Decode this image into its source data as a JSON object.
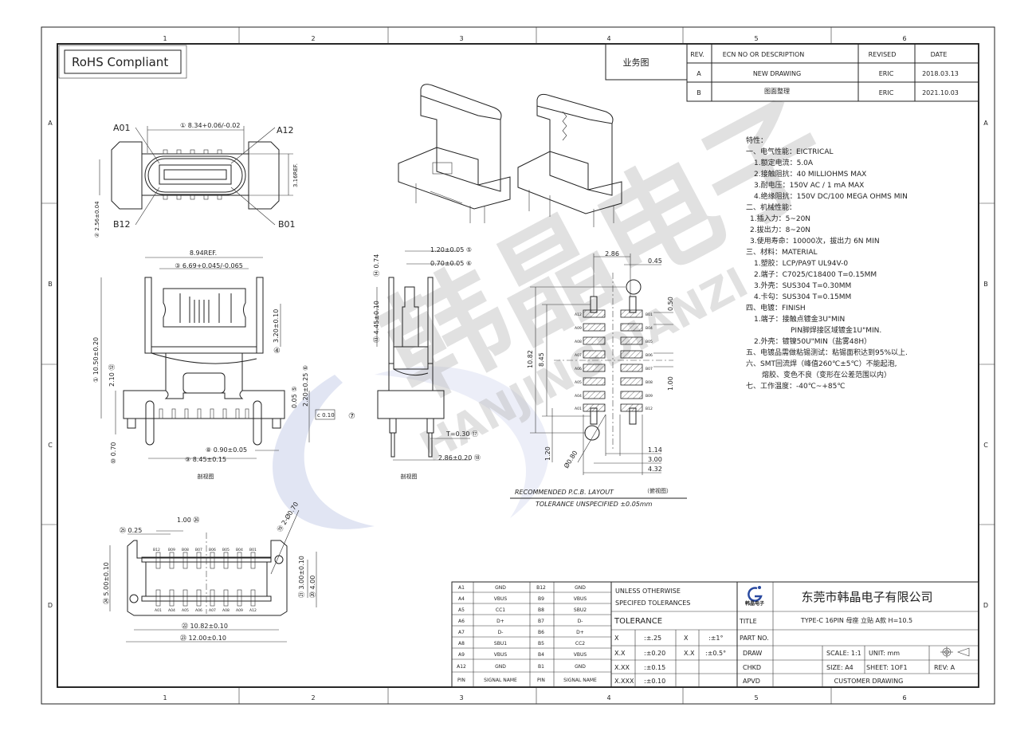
{
  "grid": {
    "cols": [
      "1",
      "2",
      "3",
      "4",
      "5",
      "6"
    ],
    "rows": [
      "A",
      "B",
      "C",
      "D"
    ]
  },
  "rohs": "RoHS Compliant",
  "business_label": "业务图",
  "revisions": {
    "headers": [
      "REV.",
      "ECN NO OR DESCRIPTION",
      "REVISED",
      "DATE"
    ],
    "rows": [
      [
        "A",
        "NEW DRAWING",
        "ERIC",
        "2018.03.13"
      ],
      [
        "B",
        "图面整理",
        "ERIC",
        "2021.10.03"
      ]
    ]
  },
  "specs": [
    "特性：",
    "一、电气性能：EICTRICAL",
    "1.额定电流：5.0A",
    "2.接触阻抗：40 MILLIOHMS MAX",
    "3.耐电压：150V AC / 1 mA MAX",
    "4.绝缘阻抗：150V DC/100 MEGA OHMS MIN",
    "二、机械性能：",
    "1.插入力：5~20N",
    "2.拔出力：8~20N",
    "3.使用寿命：10000次，拔出力 6N MIN",
    "三、材料：MATERIAL",
    "1.塑胶：LCP/PA9T UL94V-0",
    "2.端子：C7025/C18400 T=0.15MM",
    "3.外壳：SUS304 T=0.30MM",
    "4.卡勾：SUS304 T=0.15MM",
    "四、电镀：FINISH",
    "1.端子：接触点镀金3U\"MIN",
    "PIN脚焊接区域镀金1U\"MIN.",
    "2.外壳：镀镍50U\"MIN（盐雾48H）",
    "五、电镀品需做粘锡测试：粘锡面积达到95%以上.",
    "六、SMT回流焊（峰值260℃±5℃）不能起泡,",
    "熔胶、变色不良（变形在公差范围以内）",
    "七、工作温度：-40℃~+85℃"
  ],
  "dims": {
    "a01": "A01",
    "a12": "A12",
    "b12": "B12",
    "b01": "B01",
    "d1": "① 8.34+0.06/-0.02",
    "d2": "② 2.56±0.04",
    "d316": "3.16REF.",
    "d894": "8.94REF.",
    "d3": "③ 6.69+0.045/-0.065",
    "d1050": "① 10.50±0.20",
    "d320": "3.20±0.10",
    "c4": "④",
    "d210": "2.10 ⑫",
    "d005": "0.05 ⑤",
    "d220": "2.20±0.25 ⑥",
    "flat": "c 0.10",
    "d090": "⑧ 0.90±0.05",
    "d845": "⑨ 8.45±0.15",
    "d070": "⑩ 0.70",
    "view1": "剖视图",
    "d120": "1.20±0.05 ⑤",
    "d070b": "0.70±0.05 ⑥",
    "d074": "⑭ 0.74",
    "d445": "⑬ 4.45±0.10",
    "c7": "⑦",
    "t030": "T=0.30 ⑰",
    "d286b": "2.86±0.20 ⑱",
    "view2": "剖视图",
    "d100": "1.00 ㉖",
    "d025": "㉕ 0.25",
    "d2070": "⑲ 2-Ø0.70",
    "d500": "㉔ 5.00±0.10",
    "d300": "㉑ 3.00±0.10",
    "d400": "⑳ 4.00",
    "d1082": "㉒ 10.82±0.10",
    "d1200": "㉓ 12.00±0.10"
  },
  "bottom_pins": {
    "top": [
      "B12",
      "B09",
      "B08",
      "B07",
      "B06",
      "B05",
      "B04",
      "B01"
    ],
    "bottom": [
      "A01",
      "A04",
      "A05",
      "A06",
      "A07",
      "A08",
      "A09",
      "A12"
    ]
  },
  "pcb": {
    "d286": "2.86",
    "d045": "0.45",
    "d050": "0.50",
    "d1082": "10.82",
    "d845": "8.45",
    "d100": "1.00",
    "d120": "1.20",
    "d080": "Ø0.80",
    "d114": "1.14",
    "d300": "3.00",
    "d432": "4.32",
    "pads_a": [
      "A12",
      "A09",
      "A08",
      "A07",
      "A06",
      "A05",
      "A04",
      "A01"
    ],
    "pads_b": [
      "B01",
      "B04",
      "B05",
      "B06",
      "B07",
      "B08",
      "B09",
      "B12"
    ],
    "title": "RECOMMENDED   P.C.B.  LAYOUT",
    "view": "（俯视图）",
    "tolerance": "TOLERANCE UNSPECIFIED ±0.05mm"
  },
  "pin_table": {
    "rows": [
      [
        "A1",
        "GND",
        "B12",
        "GND"
      ],
      [
        "A4",
        "VBUS",
        "B9",
        "VBUS"
      ],
      [
        "A5",
        "CC1",
        "B8",
        "SBU2"
      ],
      [
        "A6",
        "D+",
        "B7",
        "D-"
      ],
      [
        "A7",
        "D-",
        "B6",
        "D+"
      ],
      [
        "A8",
        "SBU1",
        "B5",
        "CC2"
      ],
      [
        "A9",
        "VBUS",
        "B4",
        "VBUS"
      ],
      [
        "A12",
        "GND",
        "B1",
        "GND"
      ]
    ],
    "footer": [
      "PIN",
      "SIGNAL NAME",
      "PIN",
      "SIGNAL NAME"
    ]
  },
  "tolerance_block": {
    "line1": "UNLESS OTHERWISE",
    "line2": "SPECIFED TOLERANCES",
    "heading": "TOLERANCE",
    "rows": [
      [
        "X",
        ":±.25",
        "X",
        ":±1°"
      ],
      [
        "X.X",
        ":±0.20",
        "X.X",
        ":±0.5°"
      ],
      [
        "X.XX",
        ":±0.15",
        "",
        ""
      ],
      [
        "X.XXX",
        ":±0.10",
        "",
        ""
      ]
    ]
  },
  "title_block": {
    "logo_text": "韩晶电子",
    "company": "东莞市韩晶电子有限公司",
    "title_label": "TITLE",
    "title": "TYPE-C 16PIN 母座 立贴 A款 H=10.5",
    "part_no_label": "PART NO.",
    "draw_label": "DRAW",
    "chkd_label": "CHKD",
    "apvd_label": "APVD",
    "scale": "SCALE: 1:1",
    "unit": "UNIT:   mm",
    "size": "SIZE:  A4",
    "sheet": "SHEET: 1OF1",
    "rev": "REV:  A",
    "customer": "CUSTOMER DRAWING"
  },
  "watermark": {
    "cn": "韩晶电子",
    "en": "HANJINGDIANZI"
  },
  "colors": {
    "line": "#222222",
    "watermark_blue": "#c9d0ea",
    "watermark_gray": "#bdbdbd"
  }
}
